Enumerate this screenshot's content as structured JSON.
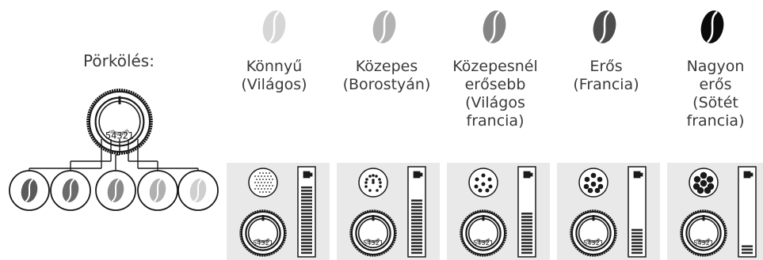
{
  "roast_label": "Pörkölés:",
  "selector_numbers": "5 4 3 2 1",
  "levels": [
    {
      "label": "Könnyű\n(Világos)",
      "bean_color": "#d6d6d6",
      "dot_level": 1,
      "bar_fill": 0.94
    },
    {
      "label": "Közepes\n(Borostyán)",
      "bean_color": "#b3b3b3",
      "dot_level": 2,
      "bar_fill": 0.76
    },
    {
      "label": "Közepesnél\nerősebb\n(Világos\nfrancia)",
      "bean_color": "#858585",
      "dot_level": 3,
      "bar_fill": 0.58
    },
    {
      "label": "Erős\n(Francia)",
      "bean_color": "#4d4d4d",
      "dot_level": 4,
      "bar_fill": 0.36
    },
    {
      "label": "Nagyon\nerős\n(Sötét\nfrancia)",
      "bean_color": "#0b0b0b",
      "dot_level": 5,
      "bar_fill": 0.12
    }
  ],
  "left_beans": [
    "#5a5a5a",
    "#6a6a6a",
    "#8a8a8a",
    "#b0b0b0",
    "#cfcfcf"
  ],
  "colors": {
    "line": "#1a1a1a",
    "panel_bg": "#e9e9e9",
    "text": "#3a3a3a"
  }
}
